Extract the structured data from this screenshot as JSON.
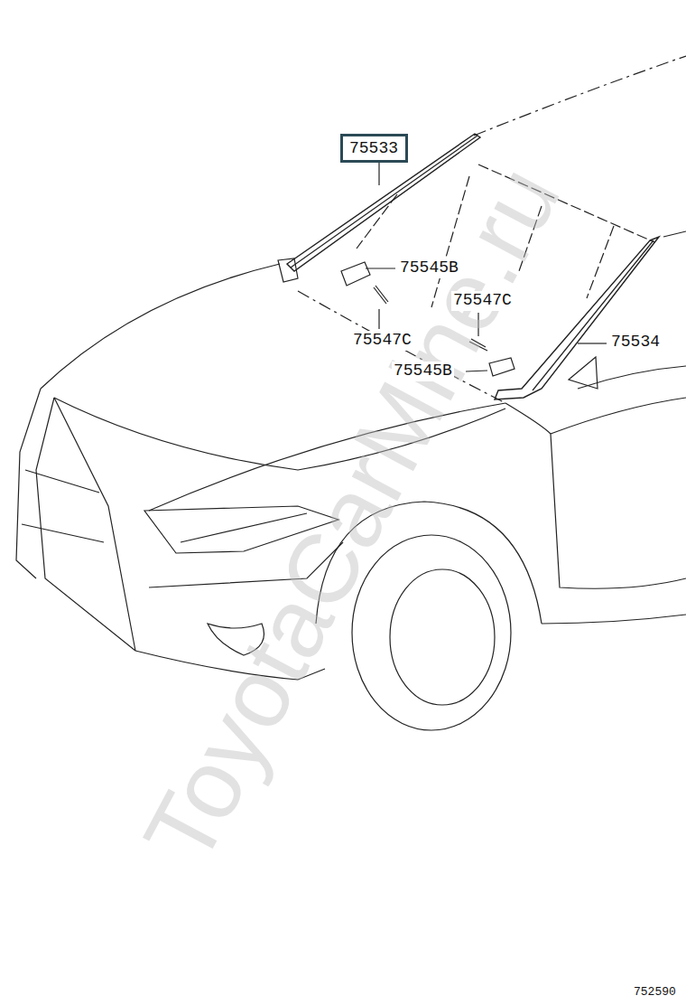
{
  "diagram": {
    "nodes": [
      {
        "text": [
          "75533"
        ]
      }
    ],
    "labels": [
      "75545B",
      "75547C",
      "75547C",
      "75534",
      "75545B",
      "ToyotaCarMine.ru",
      "752590"
    ]
  }
}
